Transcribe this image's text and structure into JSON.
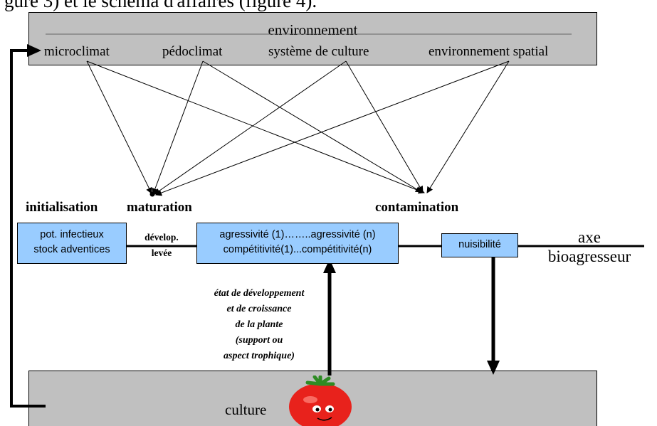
{
  "caption_cut": "gure 3) et le schéma d'affaires (figure 4).",
  "environment": {
    "title": "environnement",
    "items": [
      "microclimat",
      "pédoclimat",
      "système de culture",
      "environnement spatial"
    ]
  },
  "stages": {
    "initialisation": "initialisation",
    "maturation": "maturation",
    "contamination": "contamination"
  },
  "boxes": {
    "initial": [
      "pot. infectieux",
      "stock adventices"
    ],
    "aggressivity": [
      "agressivité (1)……..agressivité (n)",
      "compétitivité(1)...compétitivité(n)"
    ],
    "harm": "nuisibilité"
  },
  "link_label": [
    "dévelop.",
    "levée"
  ],
  "plant_state": [
    "état de développement",
    "et de croissance",
    "de la plante",
    "(support ou",
    "aspect trophique)"
  ],
  "axis": [
    "axe",
    "bioagresseur"
  ],
  "culture": "culture",
  "colors": {
    "gray_box": "#c0c0c0",
    "blue_box": "#99ccff",
    "tomato": "#e8221c"
  },
  "icons": [
    "tomato-icon"
  ]
}
